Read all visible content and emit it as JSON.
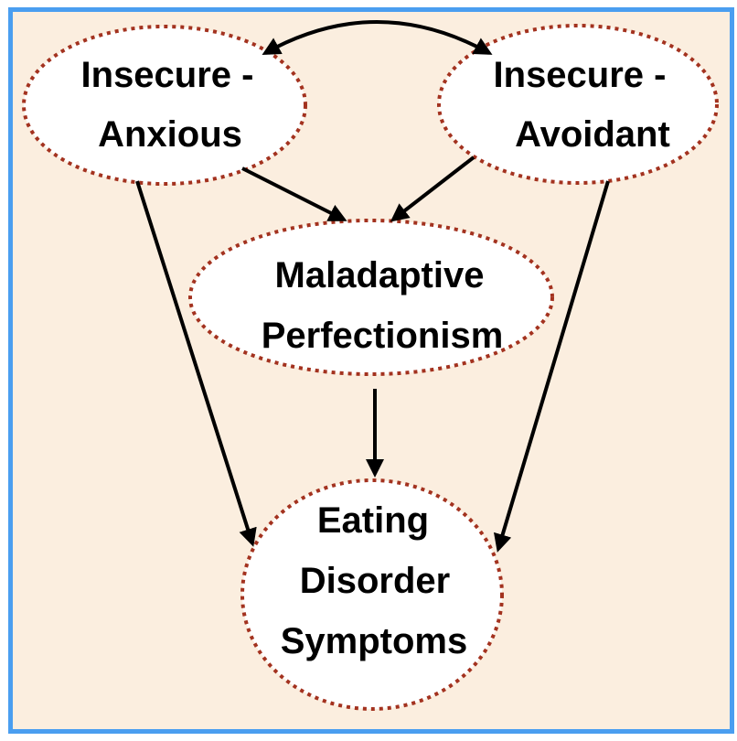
{
  "nodes": {
    "anxious": {
      "line1": "Insecure -",
      "line2": "Anxious"
    },
    "avoidant": {
      "line1": "Insecure -",
      "line2": "Avoidant"
    },
    "perfectionism": {
      "line1": "Maladaptive",
      "line2": "Perfectionism"
    },
    "eating": {
      "line1": "Eating",
      "line2": "Disorder",
      "line3": "Symptoms"
    }
  },
  "colors": {
    "border": "#4a9ef0",
    "background": "#fbeedf",
    "node_outline": "#a3321f",
    "arrow": "#000000"
  }
}
